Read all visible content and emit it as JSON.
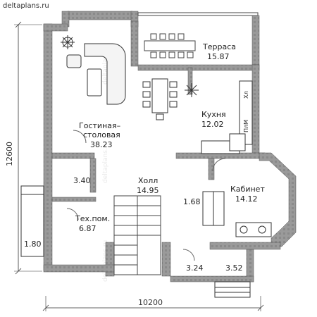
{
  "brand": "deltaplans.ru",
  "watermark": "deltaplans.ru",
  "dimensions": {
    "height": "12600",
    "width": "10200"
  },
  "rooms": {
    "terrace": {
      "name": "Терраса",
      "area": "15.87"
    },
    "living": {
      "name_line1": "Гостиная–",
      "name_line2": "столовая",
      "area": "38.23"
    },
    "kitchen": {
      "name": "Кухня",
      "area": "12.02"
    },
    "hall": {
      "name": "Холл",
      "area": "14.95"
    },
    "office": {
      "name": "Кабинет",
      "area": "14.12"
    },
    "tech": {
      "name": "Тех.пом.",
      "area": "6.87"
    },
    "wc": {
      "area": "3.40"
    },
    "closet": {
      "area": "1.68"
    },
    "porch_left": {
      "area": "1.80"
    },
    "vestibule_left": {
      "area": "3.24"
    },
    "vestibule_right": {
      "area": "3.52"
    }
  },
  "equipment": {
    "fridge": "Хл",
    "stove": "ПлМ"
  }
}
